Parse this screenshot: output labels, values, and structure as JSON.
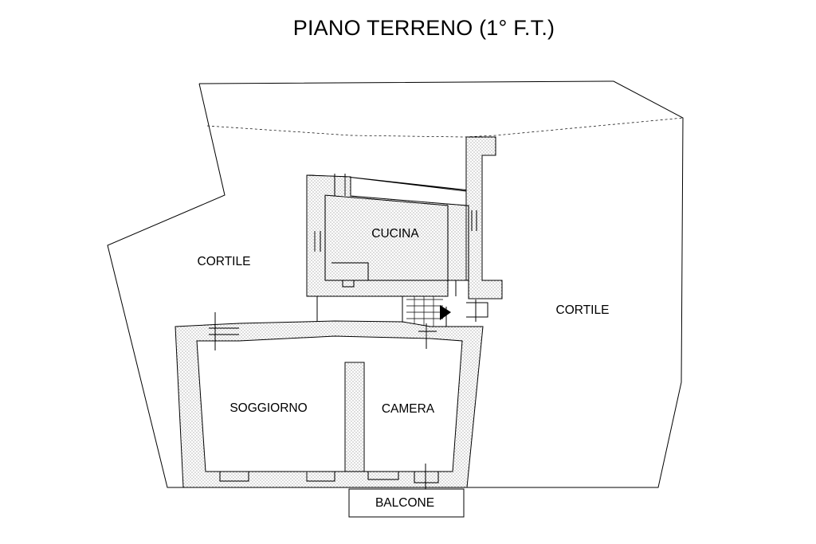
{
  "plan": {
    "title": "PIANO TERRENO (1° F.T.)",
    "rooms": {
      "cortile_left": "CORTILE",
      "cortile_right": "CORTILE",
      "cucina": "CUCINA",
      "soggiorno": "SOGGIORNO",
      "camera": "CAMERA",
      "balcone": "BALCONE"
    }
  },
  "colors": {
    "lines": "#000000",
    "background": "#ffffff",
    "wall_fill": "#9a9a9a"
  }
}
